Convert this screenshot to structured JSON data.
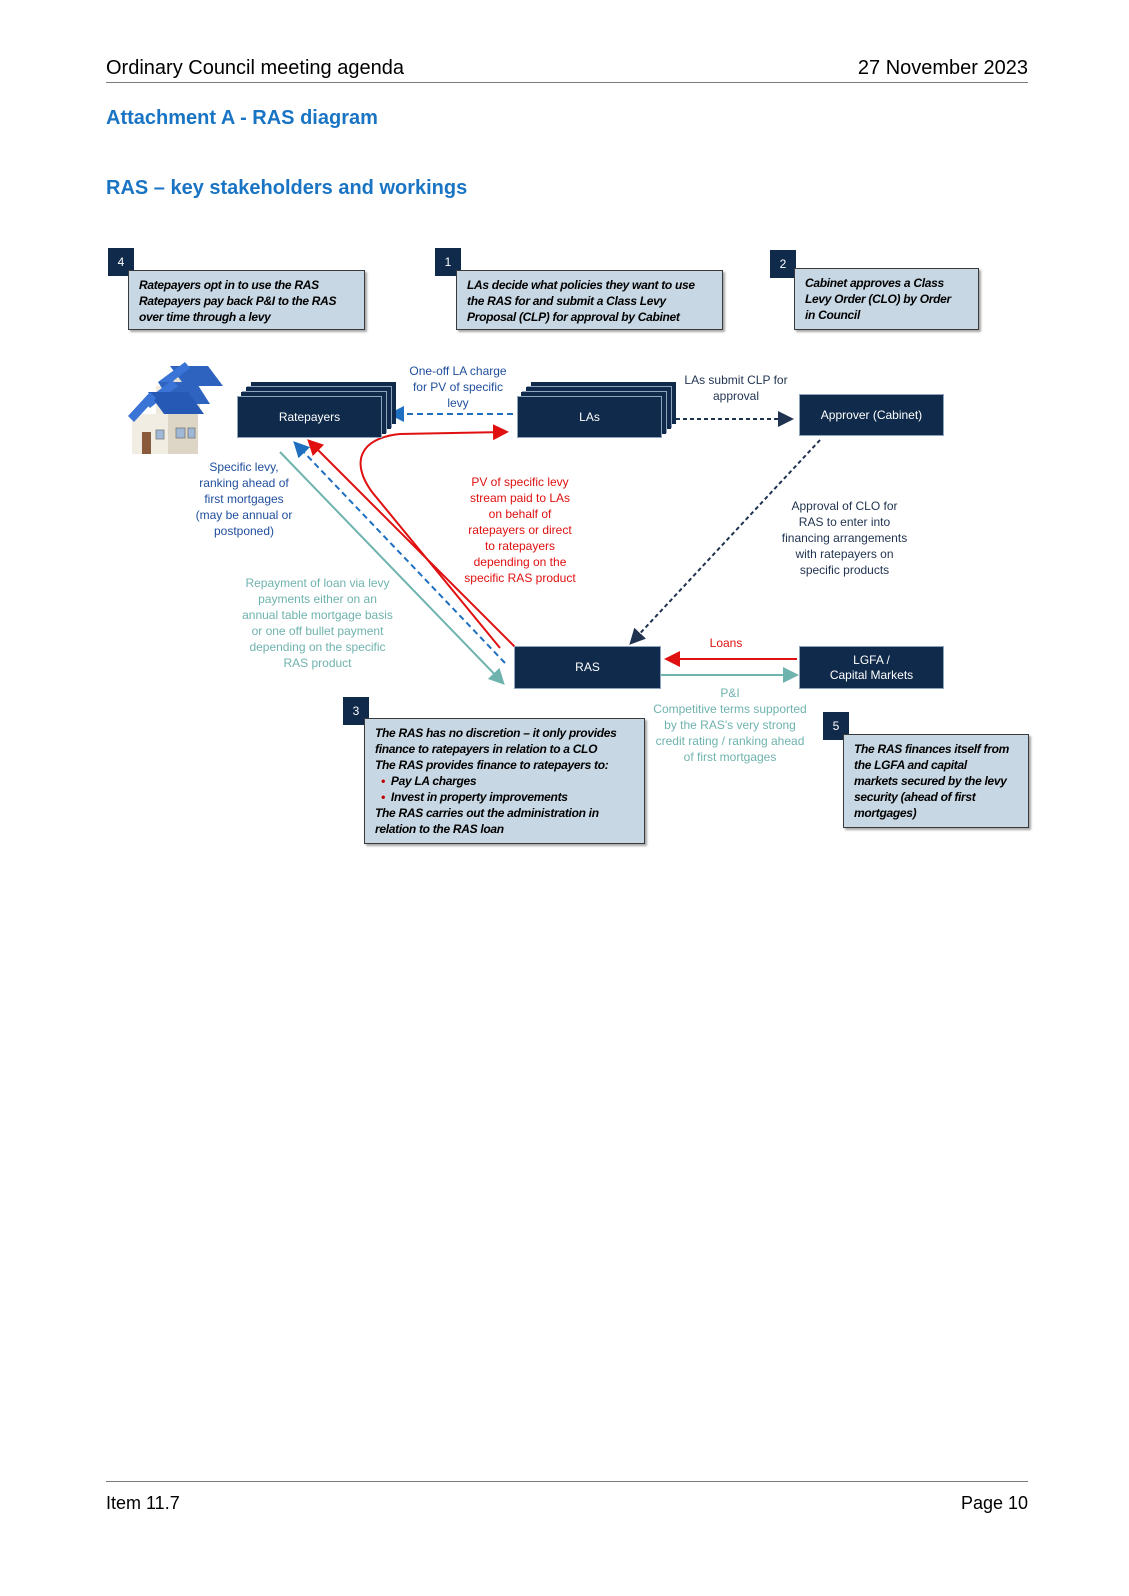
{
  "header": {
    "left": "Ordinary Council meeting agenda",
    "right": "27 November 2023"
  },
  "titles": {
    "attachment": "Attachment A - RAS diagram",
    "section": "RAS – key stakeholders and workings"
  },
  "notes": [
    {
      "num": "4",
      "lines": [
        "Ratepayers opt in to use the RAS",
        "Ratepayers pay back P&I to the RAS",
        "over time through a levy"
      ]
    },
    {
      "num": "1",
      "lines": [
        "LAs decide what policies they want to use",
        "the RAS for and submit a Class Levy",
        "Proposal (CLP) for approval by Cabinet"
      ]
    },
    {
      "num": "2",
      "lines": [
        "Cabinet approves a Class",
        "Levy Order (CLO) by Order",
        "in Council"
      ]
    },
    {
      "num": "3",
      "lines": [
        "The RAS has no discretion – it only provides",
        "finance to ratepayers in relation to a CLO",
        "The RAS provides finance to ratepayers to:"
      ],
      "bullets": [
        "Pay LA charges",
        "Invest in property improvements"
      ],
      "tail": [
        "The RAS carries out the administration in",
        "relation to the RAS loan"
      ]
    },
    {
      "num": "5",
      "lines": [
        "The RAS finances itself from",
        "the LGFA and capital",
        "markets secured by the levy",
        "security (ahead of first",
        "mortgages)"
      ]
    }
  ],
  "entities": {
    "ratepayers": "Ratepayers",
    "las": "LAs",
    "approver": "Approver (Cabinet)",
    "ras": "RAS",
    "lgfa": [
      "LGFA /",
      "Capital Markets"
    ]
  },
  "flows": {
    "one_off": [
      "One-off LA charge",
      "for PV of specific",
      "levy"
    ],
    "las_submit": [
      "LAs submit CLP for",
      "approval"
    ],
    "specific_levy": [
      "Specific levy,",
      "ranking ahead of",
      "first mortgages",
      "(may be annual or",
      "postponed)"
    ],
    "pv_stream": [
      "PV of specific levy",
      "stream paid to LAs",
      "on behalf of",
      "ratepayers or direct",
      "to ratepayers",
      "depending on the",
      "specific RAS product"
    ],
    "approval_clo": [
      "Approval of CLO for",
      "RAS to enter into",
      "financing arrangements",
      "with ratepayers on",
      "specific products"
    ],
    "repayment": [
      "Repayment of loan via levy",
      "payments either on an",
      "annual table mortgage basis",
      "or one off bullet payment",
      "depending on the specific",
      "RAS product"
    ],
    "loans": "Loans",
    "pi": [
      "P&I",
      "Competitive terms supported",
      "by the RAS's very strong",
      "credit rating / ranking ahead",
      "of first mortgages"
    ]
  },
  "footer": {
    "left": "Item 11.7",
    "right": "Page 10"
  },
  "colors": {
    "heading": "#1a74c4",
    "box": "#0f2a4a",
    "note_bg": "#c7d7e3",
    "red": "#e01010",
    "blue_dash": "#1f6fc0",
    "teal": "#6fb3ae"
  }
}
